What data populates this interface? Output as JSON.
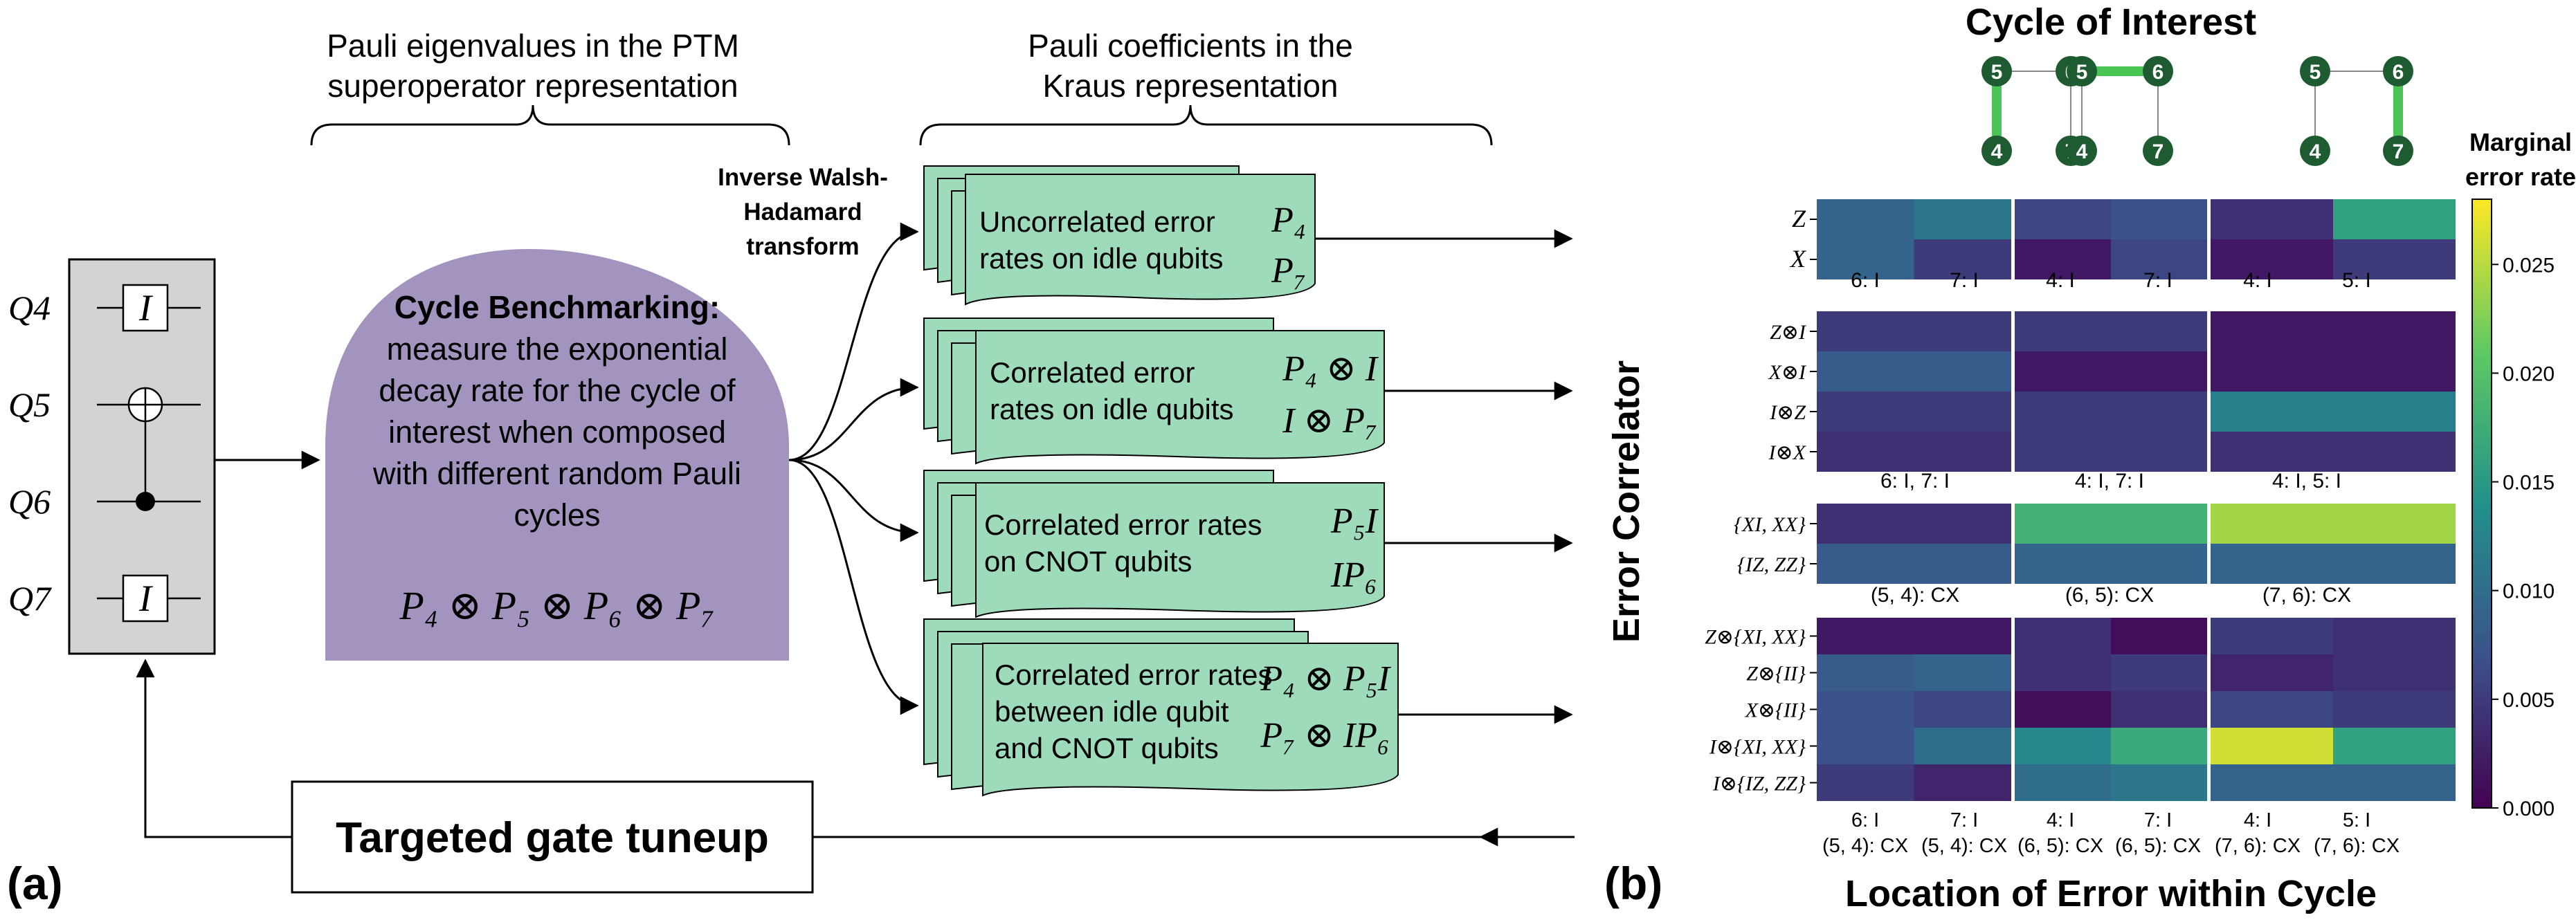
{
  "panel_a": {
    "label": "(a)",
    "header_ptm": [
      "Pauli eigenvalues in the PTM",
      "superoperator representation"
    ],
    "header_kraus": [
      "Pauli coefficients in the",
      "Kraus representation"
    ],
    "walsh": [
      "Inverse Walsh-",
      "Hadamard",
      "transform"
    ],
    "qubits": [
      "Q4",
      "Q5",
      "Q6",
      "Q7"
    ],
    "gate_identity": "I",
    "cb_title": "Cycle Benchmarking:",
    "cb_body": [
      "measure the exponential",
      "decay rate for the cycle of",
      "interest when composed",
      "with different random Pauli",
      "cycles"
    ],
    "cb_formula": "P₄ ⊗ P₅ ⊗ P₆ ⊗ P₇",
    "boxes": [
      {
        "text": [
          "Uncorrelated error",
          "rates on idle qubits"
        ],
        "formula": [
          "P₄",
          "P₇"
        ]
      },
      {
        "text": [
          "Correlated error",
          "rates on idle qubits"
        ],
        "formula": [
          "P₄ ⊗ I",
          "I ⊗ P₇"
        ]
      },
      {
        "text": [
          "Correlated error rates",
          "on CNOT qubits"
        ],
        "formula": [
          "P₅I",
          "IP₆"
        ]
      },
      {
        "text": [
          "Correlated error rates",
          "between idle qubit",
          "and CNOT qubits"
        ],
        "formula": [
          "P₄ ⊗ P₅I",
          "P₇ ⊗ IP₆"
        ]
      }
    ],
    "tuneup": "Targeted gate tuneup",
    "colors": {
      "cb_fill": "#a293bf",
      "box_fill": "#9ddbbb",
      "circuit_fill": "#d3d3d3"
    }
  },
  "panel_b": {
    "label": "(b)",
    "title": "Cycle of Interest",
    "xlabel": "Location of Error within Cycle",
    "ylabel": "Error Correlator",
    "colorbar_title": [
      "Marginal",
      "error rate"
    ],
    "colorbar_ticks": [
      "0.000",
      "0.005",
      "0.010",
      "0.015",
      "0.020",
      "0.025"
    ],
    "graph_nodes": [
      "5",
      "6",
      "4",
      "7"
    ],
    "group_labels": [
      [
        "6: I",
        "7: I",
        "4: I",
        "7: I",
        "4: I",
        "5: I"
      ],
      [
        "6: I, 7: I",
        "4: I, 7: I",
        "4: I, 5: I"
      ],
      [
        "(5, 4): CX",
        "(6, 5): CX",
        "(7, 6): CX"
      ]
    ],
    "bottom_labels": [
      [
        "6: I",
        "(5, 4): CX"
      ],
      [
        "7: I",
        "(5, 4): CX"
      ],
      [
        "4: I",
        "(6, 5): CX"
      ],
      [
        "7: I",
        "(6, 5): CX"
      ],
      [
        "4: I",
        "(7, 6): CX"
      ],
      [
        "5: I",
        "(7, 6): CX"
      ]
    ],
    "row_labels": [
      [
        "Z",
        "X"
      ],
      [
        "Z⊗I",
        "X⊗I",
        "I⊗Z",
        "I⊗X"
      ],
      [
        "{XI, XX}",
        "{IZ, ZZ}"
      ],
      [
        "Z⊗{XI, XX}",
        "Z⊗{II}",
        "X⊗{II}",
        "I⊗{XI, XX}",
        "I⊗{IZ, ZZ}"
      ]
    ]
  },
  "chart_data": {
    "type": "heatmap",
    "title": "Cycle of Interest",
    "xlabel": "Location of Error within Cycle",
    "ylabel": "Error Correlator",
    "colorbar_label": "Marginal error rate",
    "colorbar_range": [
      0.0,
      0.028
    ],
    "colormap": "viridis",
    "blocks": [
      {
        "rows": [
          "Z",
          "X"
        ],
        "columns": [
          "6: I",
          "7: I",
          "4: I",
          "7: I",
          "4: I",
          "5: I"
        ],
        "values": [
          [
            0.009,
            0.011,
            0.006,
            0.007,
            0.004,
            0.016
          ],
          [
            0.009,
            0.005,
            0.002,
            0.006,
            0.002,
            0.005
          ]
        ]
      },
      {
        "rows": [
          "Z⊗I",
          "X⊗I",
          "I⊗Z",
          "I⊗X"
        ],
        "columns": [
          "6: I, 7: I",
          "4: I, 7: I",
          "4: I, 5: I"
        ],
        "values": [
          [
            0.005,
            0.005,
            0.002
          ],
          [
            0.008,
            0.002,
            0.002
          ],
          [
            0.005,
            0.005,
            0.012
          ],
          [
            0.004,
            0.005,
            0.004
          ]
        ]
      },
      {
        "rows": [
          "{XI, XX}",
          "{IZ, ZZ}"
        ],
        "columns": [
          "(5, 4): CX",
          "(6, 5): CX",
          "(7, 6): CX"
        ],
        "values": [
          [
            0.004,
            0.018,
            0.024
          ],
          [
            0.008,
            0.009,
            0.009
          ]
        ]
      },
      {
        "rows": [
          "Z⊗{XI, XX}",
          "Z⊗{II}",
          "X⊗{II}",
          "I⊗{XI, XX}",
          "I⊗{IZ, ZZ}"
        ],
        "columns": [
          "6: I (5, 4): CX",
          "7: I (5, 4): CX",
          "4: I (6, 5): CX",
          "7: I (6, 5): CX",
          "4: I (7, 6): CX",
          "5: I (7, 6): CX"
        ],
        "values": [
          [
            0.002,
            0.002,
            0.004,
            0.001,
            0.005,
            0.004
          ],
          [
            0.008,
            0.009,
            0.004,
            0.005,
            0.003,
            0.004
          ],
          [
            0.007,
            0.006,
            0.001,
            0.004,
            0.006,
            0.005
          ],
          [
            0.007,
            0.01,
            0.013,
            0.017,
            0.026,
            0.016
          ],
          [
            0.005,
            0.003,
            0.01,
            0.011,
            0.009,
            0.009
          ]
        ]
      }
    ]
  }
}
